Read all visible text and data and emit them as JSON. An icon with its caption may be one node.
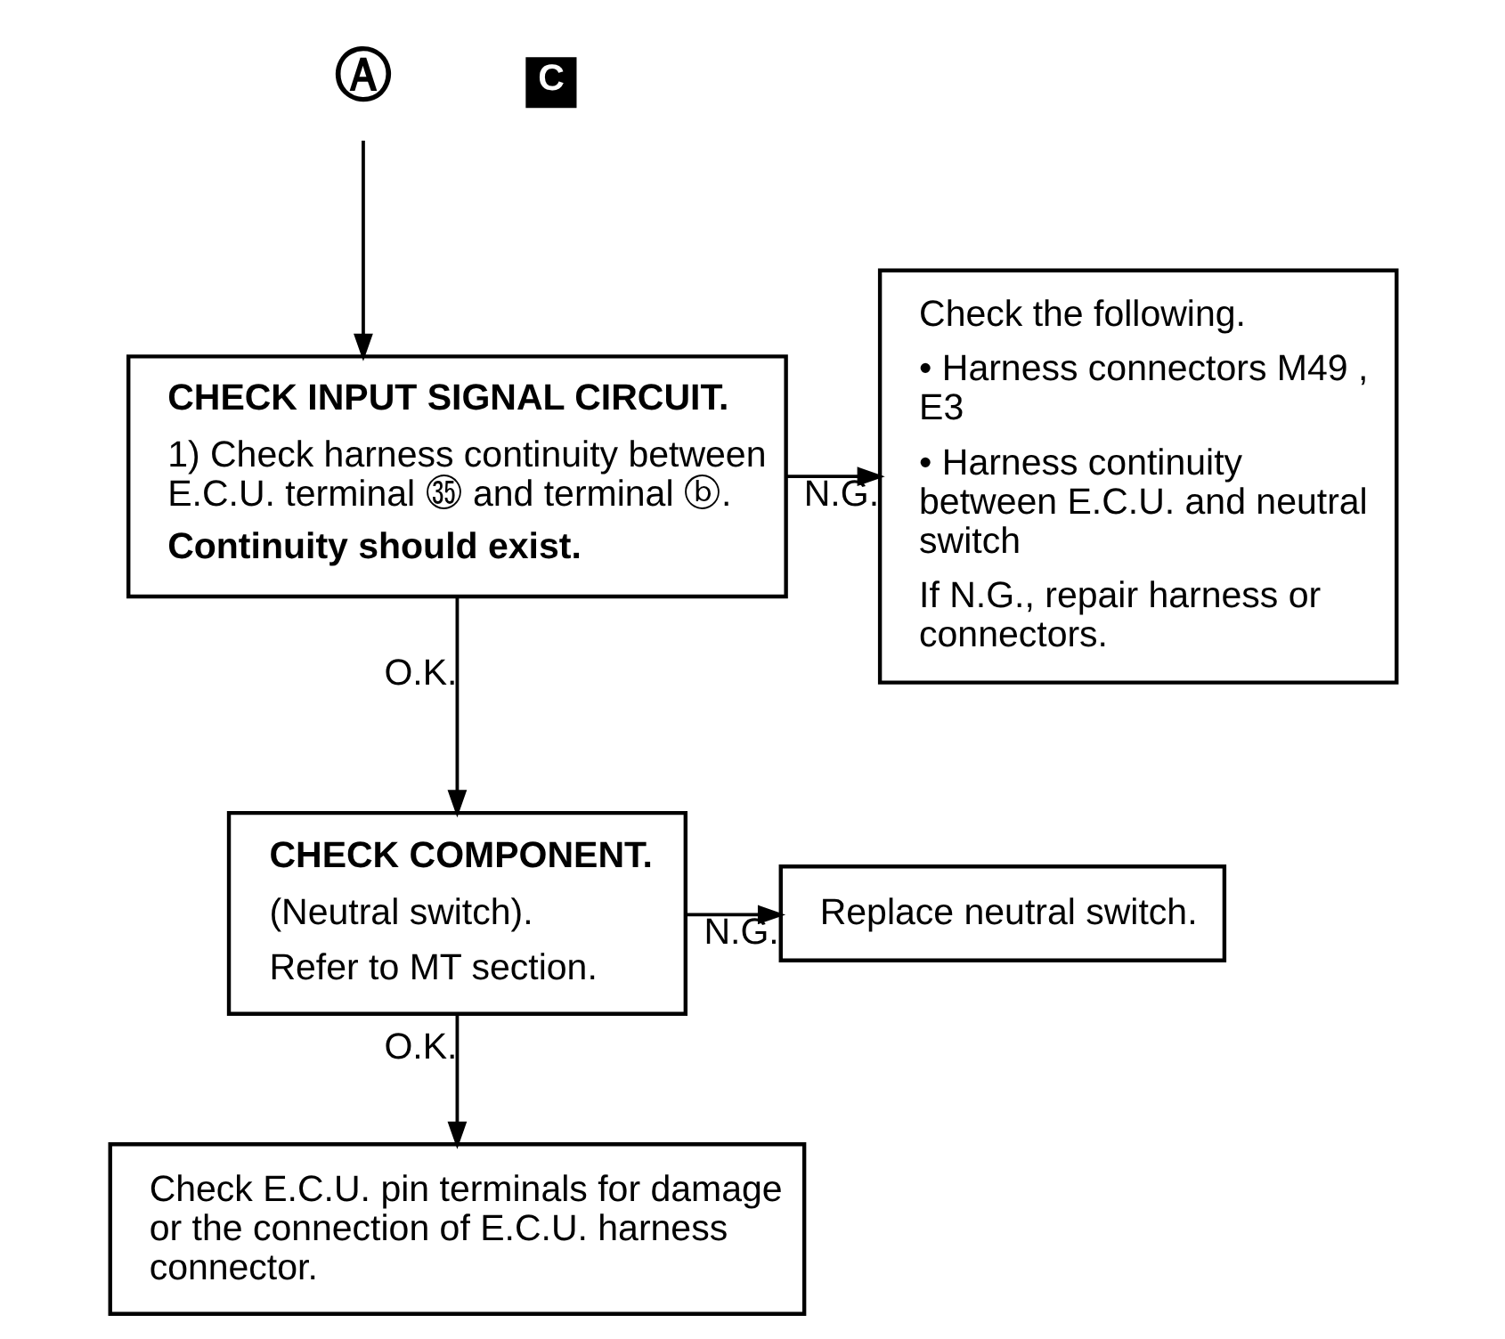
{
  "diagram": {
    "nodes": [
      {
        "text": [
          "Ⓐ"
        ]
      },
      {
        "text": [
          "CHECK INPUT SIGNAL CIRCUIT.",
          "1) Check harness continuity between E.C.U. terminal ㉟ and terminal ⓑ.",
          "Continuity should exist."
        ]
      },
      {
        "text": [
          "Check the following.",
          "• Harness connectors M49 , E3",
          "• Harness continuity between E.C.U. and neutral switch",
          "If N.G., repair harness or connectors."
        ]
      },
      {
        "text": [
          "CHECK COMPONENT.",
          "(Neutral switch).",
          "Refer to MT section."
        ]
      },
      {
        "text": [
          "Replace neutral switch."
        ]
      },
      {
        "text": [
          "Check E.C.U. pin terminals for damage or the connection of E.C.U. harness connector."
        ]
      }
    ],
    "edges": [
      {
        "from": 0,
        "to": 1,
        "arrow": "to"
      },
      {
        "from": 1,
        "to": 2,
        "arrow": "to",
        "label": "N.G."
      },
      {
        "from": 1,
        "to": 3,
        "arrow": "to",
        "label": "O.K."
      },
      {
        "from": 3,
        "to": 4,
        "arrow": "to",
        "label": "N.G."
      },
      {
        "from": 3,
        "to": 5,
        "arrow": "to",
        "label": "O.K."
      }
    ],
    "labels": [
      "C"
    ]
  }
}
